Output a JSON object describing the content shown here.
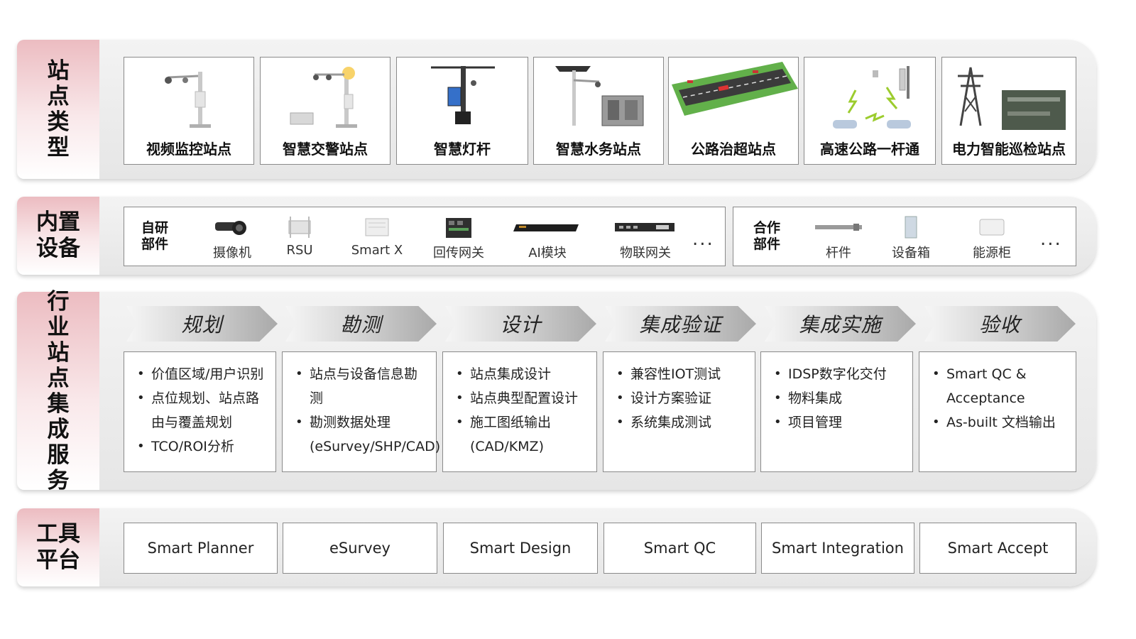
{
  "rows": {
    "site_types": {
      "label": "站点类型",
      "cards": [
        {
          "title": "视频监控站点",
          "icon": "camera-pole-icon"
        },
        {
          "title": "智慧交警站点",
          "icon": "traffic-pole-icon"
        },
        {
          "title": "智慧灯杆",
          "icon": "smart-lamp-pole-icon"
        },
        {
          "title": "智慧水务站点",
          "icon": "water-station-icon"
        },
        {
          "title": "公路治超站点",
          "icon": "highway-overload-icon"
        },
        {
          "title": "高速公路一杆通",
          "icon": "highway-pole-icon"
        },
        {
          "title": "电力智能巡检站点",
          "icon": "power-tower-icon"
        }
      ]
    },
    "devices": {
      "label": "内置设备",
      "own": {
        "heading": "自研部件",
        "items": [
          {
            "label": "摄像机",
            "icon": "camera-icon"
          },
          {
            "label": "RSU",
            "icon": "rsu-icon"
          },
          {
            "label": "Smart X",
            "icon": "smart-x-icon"
          },
          {
            "label": "回传网关",
            "icon": "gateway-icon"
          },
          {
            "label": "AI模块",
            "icon": "ai-module-icon"
          },
          {
            "label": "物联网关",
            "icon": "iot-gateway-icon"
          }
        ],
        "more": "..."
      },
      "partner": {
        "heading": "合作部件",
        "items": [
          {
            "label": "杆件",
            "icon": "pole-part-icon"
          },
          {
            "label": "设备箱",
            "icon": "equipment-box-icon"
          },
          {
            "label": "能源柜",
            "icon": "energy-cabinet-icon"
          }
        ],
        "more": "..."
      }
    },
    "services": {
      "label": "行业站点集成服务",
      "stages": [
        {
          "name": "规划",
          "bullets": [
            "价值区域/用户识别",
            "点位规划、站点路由与覆盖规划",
            "TCO/ROI分析"
          ]
        },
        {
          "name": "勘测",
          "bullets": [
            "站点与设备信息勘测",
            "勘测数据处理(eSurvey/SHP/CAD)"
          ]
        },
        {
          "name": "设计",
          "bullets": [
            "站点集成设计",
            "站点典型配置设计",
            "施工图纸输出(CAD/KMZ)"
          ]
        },
        {
          "name": "集成验证",
          "bullets": [
            "兼容性IOT测试",
            "设计方案验证",
            "系统集成测试"
          ]
        },
        {
          "name": "集成实施",
          "bullets": [
            "IDSP数字化交付",
            "物料集成",
            "项目管理"
          ]
        },
        {
          "name": "验收",
          "bullets": [
            "Smart QC & Acceptance",
            "As-built 文档输出"
          ]
        }
      ]
    },
    "tools": {
      "label": "工具平台",
      "items": [
        "Smart Planner",
        "eSurvey",
        "Smart Design",
        "Smart QC",
        "Smart Integration",
        "Smart Accept"
      ]
    }
  },
  "colors": {
    "label_accent": "#e9a9b0",
    "border": "#8a8a8a",
    "band": "#e6e6e6"
  }
}
